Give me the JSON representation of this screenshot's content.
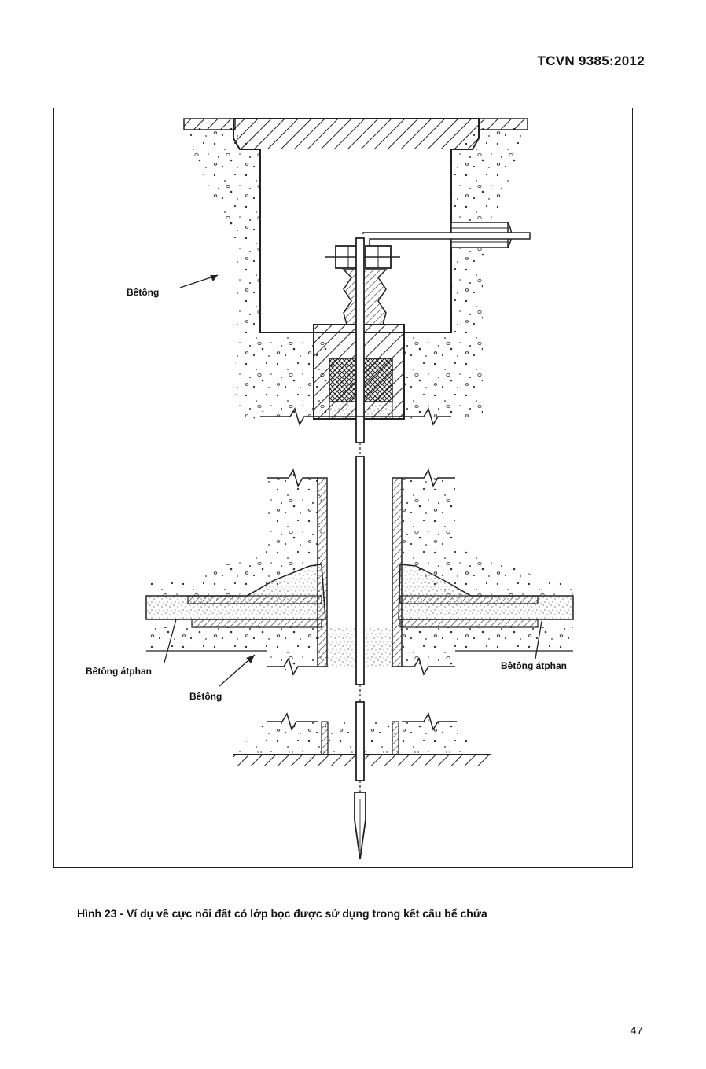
{
  "header": {
    "standard_code": "TCVN 9385:2012"
  },
  "figure": {
    "labels": {
      "concrete_top": "Bêtông",
      "asphalt_concrete_left": "Bêtông átphan",
      "asphalt_concrete_right": "Bêtông átphan",
      "concrete_middle": "Bêtông"
    },
    "caption": "Hình 23 - Ví dụ về cực nối đất có lớp bọc được sử dụng trong kết cấu bể chứa"
  },
  "footer": {
    "page_number": "47"
  }
}
